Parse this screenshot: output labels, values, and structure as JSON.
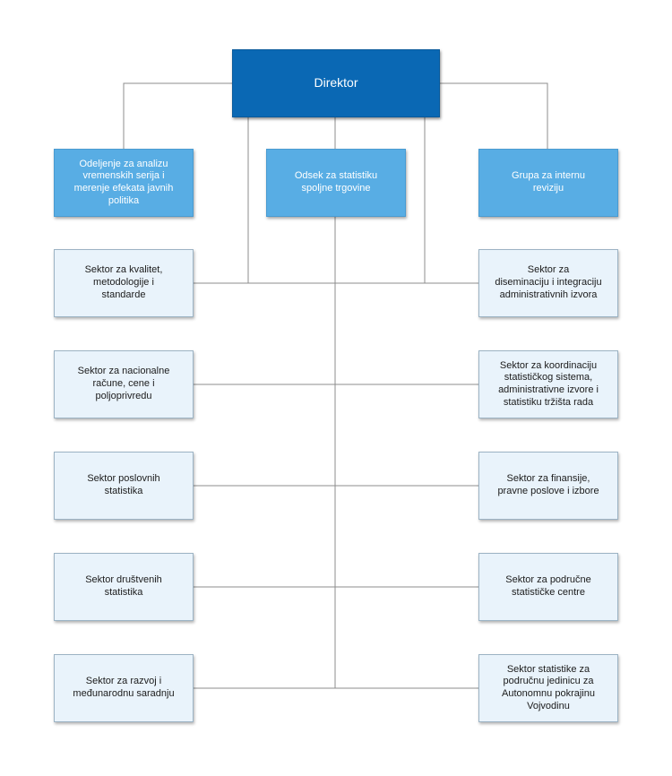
{
  "colors": {
    "director": "#0a68b4",
    "unit": "#58ade4",
    "sector": "#e9f3fb",
    "connector": "#8c8c8c"
  },
  "director": {
    "label": "Direktor"
  },
  "units": [
    {
      "label": "Odeljenje za analizu\nvremenskih serija i\nmerenje efekata javnih\npolitika"
    },
    {
      "label": "Odsek za statistiku\nspoljne trgovine"
    },
    {
      "label": "Grupa za internu\nreviziju"
    }
  ],
  "sectors_left": [
    {
      "label": "Sektor za kvalitet,\nmetodologije i\nstandarde"
    },
    {
      "label": "Sektor za nacionalne\nračune, cene i\npoljoprivredu"
    },
    {
      "label": "Sektor poslovnih\nstatistika"
    },
    {
      "label": "Sektor društvenih\nstatistika"
    },
    {
      "label": "Sektor za razvoj i\nmeđunarodnu saradnju"
    }
  ],
  "sectors_right": [
    {
      "label": "Sektor za\ndiseminaciju i integraciju\nadministrativnih izvora"
    },
    {
      "label": "Sektor za koordinaciju\nstatističkog sistema,\nadministrativne izvore i\nstatistiku tržišta rada"
    },
    {
      "label": "Sektor za finansije,\npravne poslove i izbore"
    },
    {
      "label": "Sektor za područne\nstatističke centre"
    },
    {
      "label": "Sektor statistike za\npodručnu jedinicu za\nAutonomnu pokrajinu\nVojvodinu"
    }
  ]
}
